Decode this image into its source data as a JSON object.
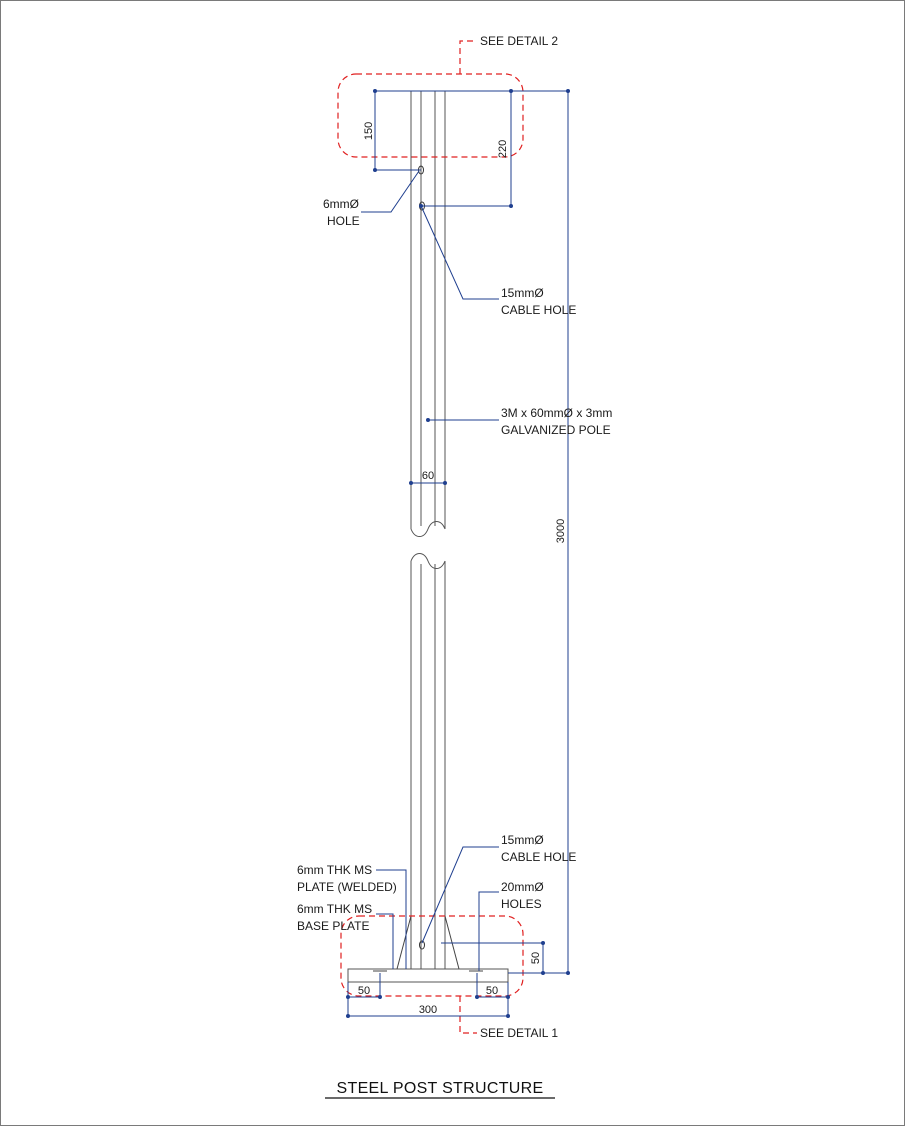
{
  "title": "STEEL POST STRUCTURE",
  "callouts": {
    "detail_top": "SEE DETAIL 2",
    "detail_bottom": "SEE DETAIL 1",
    "hole_6mm": [
      "6mmØ",
      "HOLE"
    ],
    "cable_hole_top": [
      "15mmØ",
      "CABLE HOLE"
    ],
    "pole": [
      "3M x 60mmØ x 3mm",
      "GALVANIZED POLE"
    ],
    "cable_hole_bottom": [
      "15mmØ",
      "CABLE HOLE"
    ],
    "holes_20mm": [
      "20mmØ",
      "HOLES"
    ],
    "plate_welded": [
      "6mm THK MS",
      "PLATE (WELDED)"
    ],
    "base_plate": [
      "6mm THK MS",
      "BASE PLATE"
    ]
  },
  "dimensions": {
    "top_150": "150",
    "top_220": "220",
    "pole_width": "60",
    "overall_height": "3000",
    "plate_height": "50",
    "left_edge": "50",
    "right_edge": "50",
    "plate_width": "300"
  },
  "colors": {
    "dimension": "#1f3f8f",
    "detail_marker": "#e02020",
    "outline": "#555555"
  }
}
